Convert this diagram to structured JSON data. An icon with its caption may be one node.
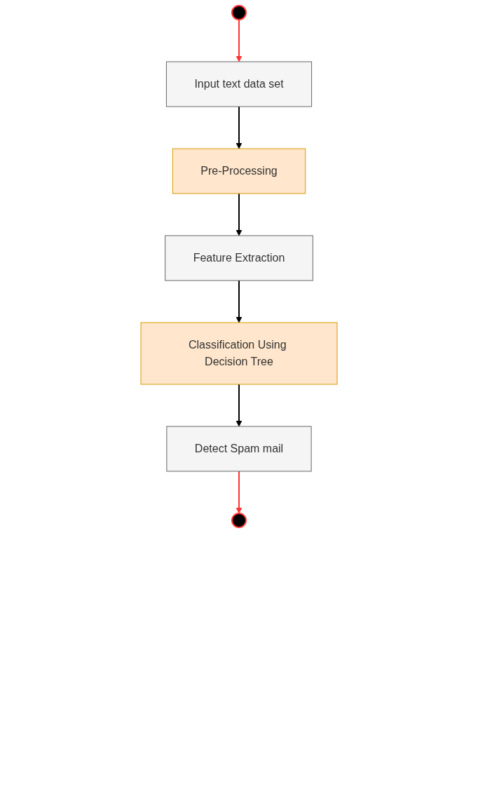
{
  "diagram": {
    "nodes": [
      {
        "text": [],
        "shape": "circle"
      },
      {
        "text": [
          "Input text data set"
        ]
      },
      {
        "text": [
          "Pre-Processing"
        ]
      },
      {
        "text": [
          "Feature Extraction"
        ]
      },
      {
        "text": [
          "Classification Using Decision Tree"
        ]
      },
      {
        "text": [
          "Detect Spam mail"
        ]
      },
      {
        "text": [],
        "shape": "circle"
      }
    ],
    "edges": [
      {
        "from": 0,
        "to": 1,
        "arrow": "to",
        "color": "#ff3333"
      },
      {
        "from": 1,
        "to": 2,
        "arrow": "to"
      },
      {
        "from": 2,
        "to": 3,
        "arrow": "to"
      },
      {
        "from": 3,
        "to": 4,
        "arrow": "to"
      },
      {
        "from": 4,
        "to": 5,
        "arrow": "to"
      },
      {
        "from": 5,
        "to": 6,
        "arrow": "to",
        "color": "#ff3333"
      }
    ]
  }
}
